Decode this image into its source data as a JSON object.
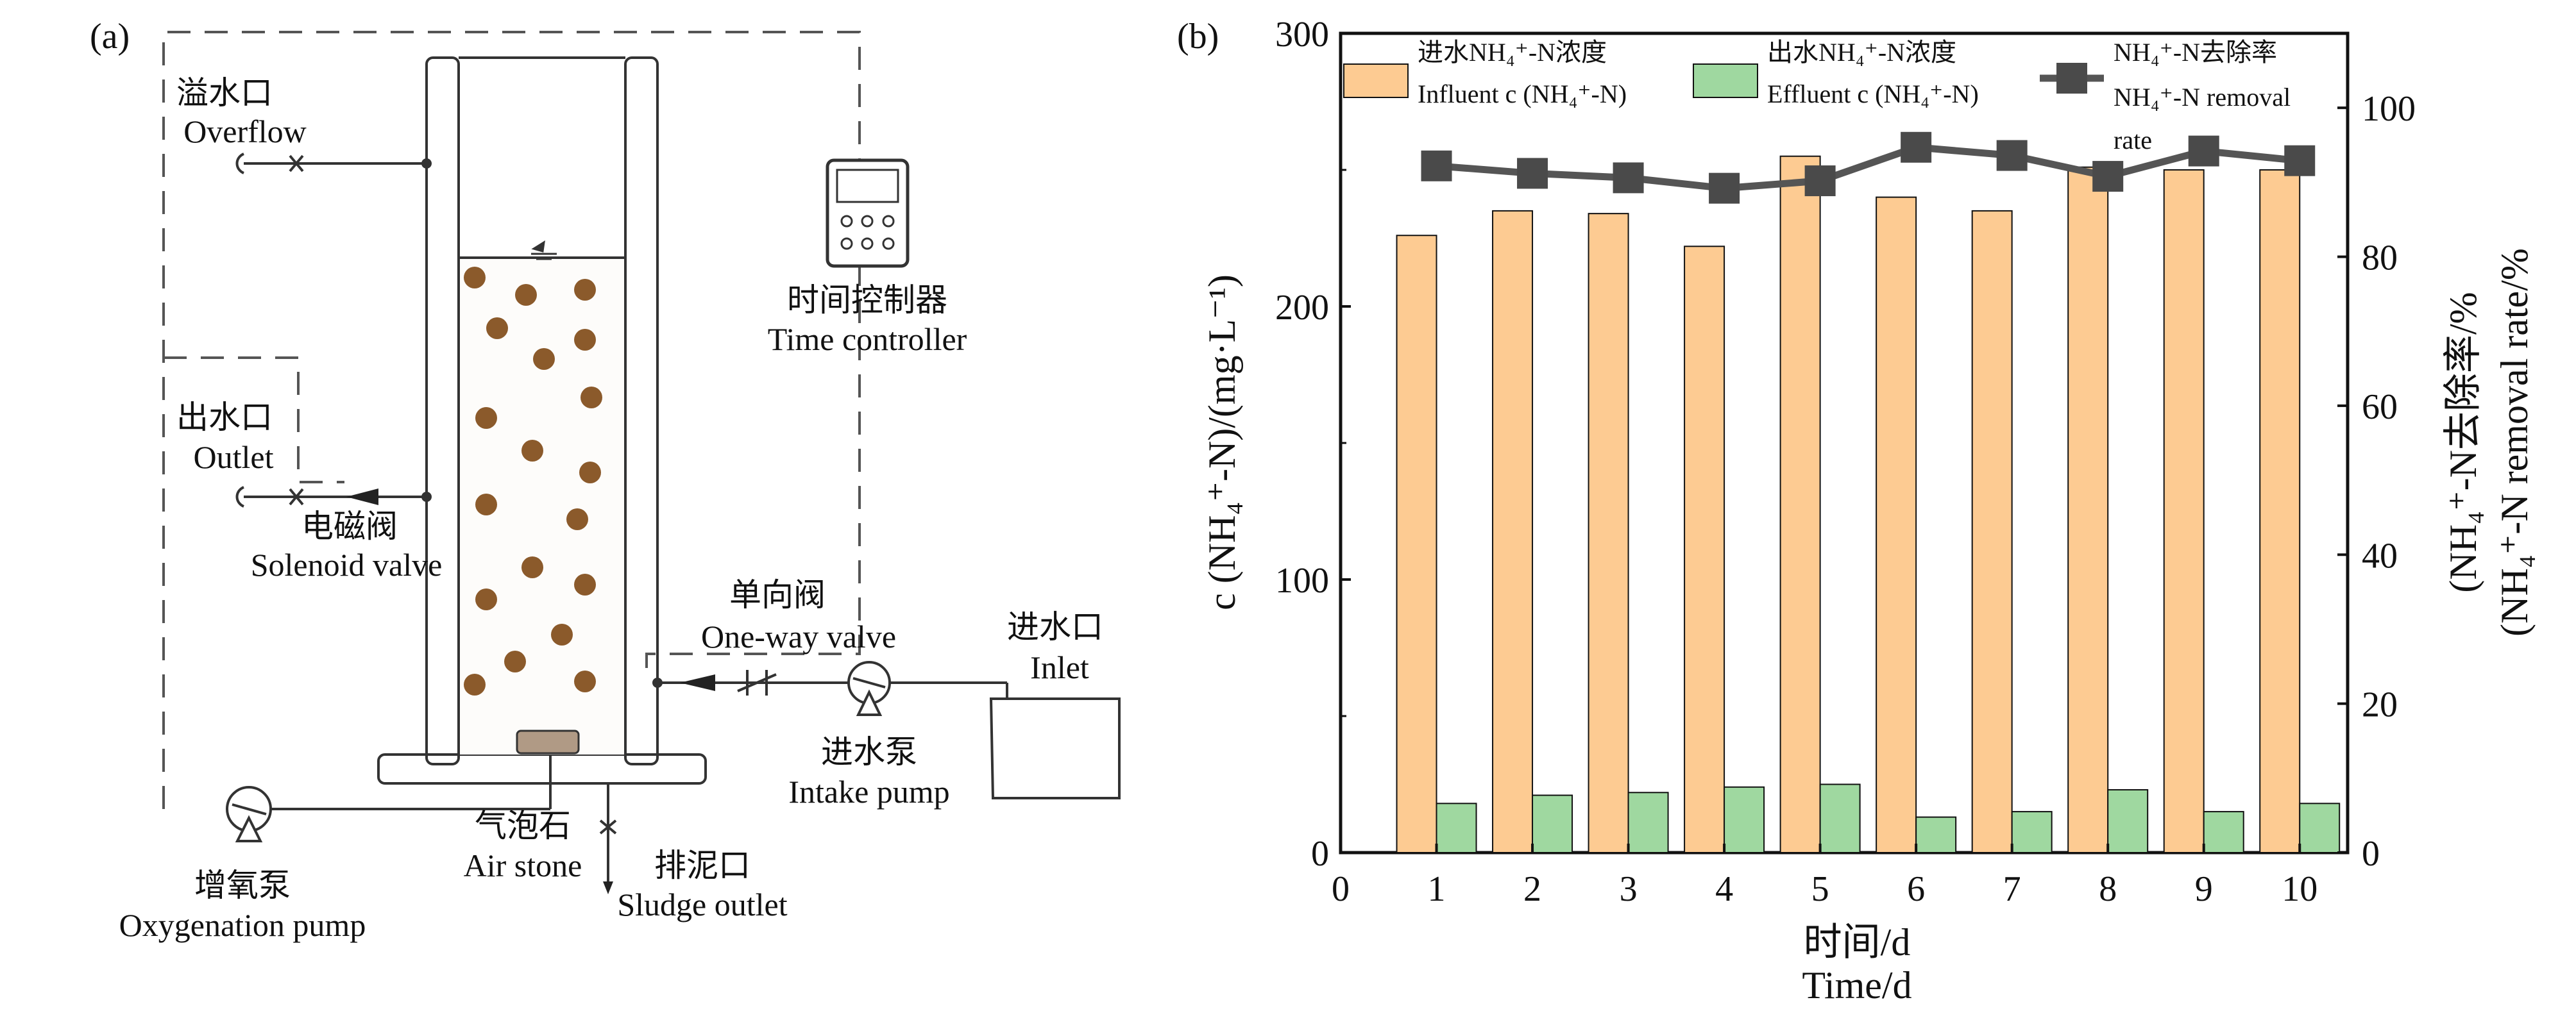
{
  "panel_a": {
    "label": "(a)",
    "overflow": {
      "zh": "溢水口",
      "en": "Overflow"
    },
    "outlet": {
      "zh": "出水口",
      "en": "Outlet"
    },
    "solenoid_valve": {
      "zh": "电磁阀",
      "en": "Solenoid valve"
    },
    "time_controller": {
      "zh": "时间控制器",
      "en": "Time controller"
    },
    "one_way_valve": {
      "zh": "单向阀",
      "en": "One-way valve"
    },
    "inlet": {
      "zh": "进水口",
      "en": "Inlet"
    },
    "intake_pump": {
      "zh": "进水泵",
      "en": "Intake pump"
    },
    "air_stone": {
      "zh": "气泡石",
      "en": "Air stone"
    },
    "sludge_outlet": {
      "zh": "排泥口",
      "en": "Sludge outlet"
    },
    "oxygenation_pump": {
      "zh": "增氧泵",
      "en": "Oxygenation pump"
    }
  },
  "panel_b": {
    "label": "(b)",
    "legend": {
      "influent": {
        "zh": "进水NH₄⁺-N浓度",
        "en": "Influent c (NH₄⁺-N)"
      },
      "effluent": {
        "zh": "出水NH₄⁺-N浓度",
        "en": "Effluent c (NH₄⁺-N)"
      },
      "removal": {
        "zh": "NH₄⁺-N去除率",
        "en1": "NH₄⁺-N removal",
        "en2": "rate"
      }
    },
    "y_left_title": "c (NH₄⁺-N)/(mg·L⁻¹)",
    "y_right_title_zh": "(NH₄⁺-N去除率/%",
    "y_right_title_en": "(NH₄⁺-N removal rate/%",
    "x_title_zh": "时间/d",
    "x_title_en": "Time/d"
  },
  "colors": {
    "influent": "#fdcb92",
    "effluent": "#9fd8a0",
    "removal_line": "#555555",
    "marker": "#4a4a4a",
    "particle": "#8b5a2b",
    "air_stone": "#b09a85"
  },
  "chart_data": {
    "type": "bar",
    "x": [
      1,
      2,
      3,
      4,
      5,
      6,
      7,
      8,
      9,
      10
    ],
    "xlim": [
      0,
      10.5
    ],
    "x_ticks": [
      0,
      1,
      2,
      3,
      4,
      5,
      6,
      7,
      8,
      9,
      10
    ],
    "ylim_left": [
      0,
      300
    ],
    "y_left_ticks": [
      0,
      100,
      200,
      300
    ],
    "ylim_right": [
      0,
      110
    ],
    "y_right_ticks": [
      0,
      20,
      40,
      60,
      80,
      100
    ],
    "series": [
      {
        "name": "进水NH₄⁺-N浓度 Influent c (NH₄⁺-N)",
        "axis": "left",
        "kind": "bar",
        "values": [
          226,
          235,
          234,
          222,
          255,
          240,
          235,
          251,
          250,
          250
        ]
      },
      {
        "name": "出水NH₄⁺-N浓度 Effluent c (NH₄⁺-N)",
        "axis": "left",
        "kind": "bar",
        "values": [
          18,
          21,
          22,
          24,
          25,
          13,
          15,
          23,
          15,
          18
        ]
      },
      {
        "name": "NH₄⁺-N去除率 NH₄⁺-N removal rate",
        "axis": "right",
        "kind": "line",
        "values": [
          92.2,
          91.2,
          90.6,
          89.2,
          90.2,
          94.7,
          93.6,
          90.8,
          94.2,
          92.9
        ]
      }
    ],
    "grid": false,
    "legend_position": "top"
  }
}
